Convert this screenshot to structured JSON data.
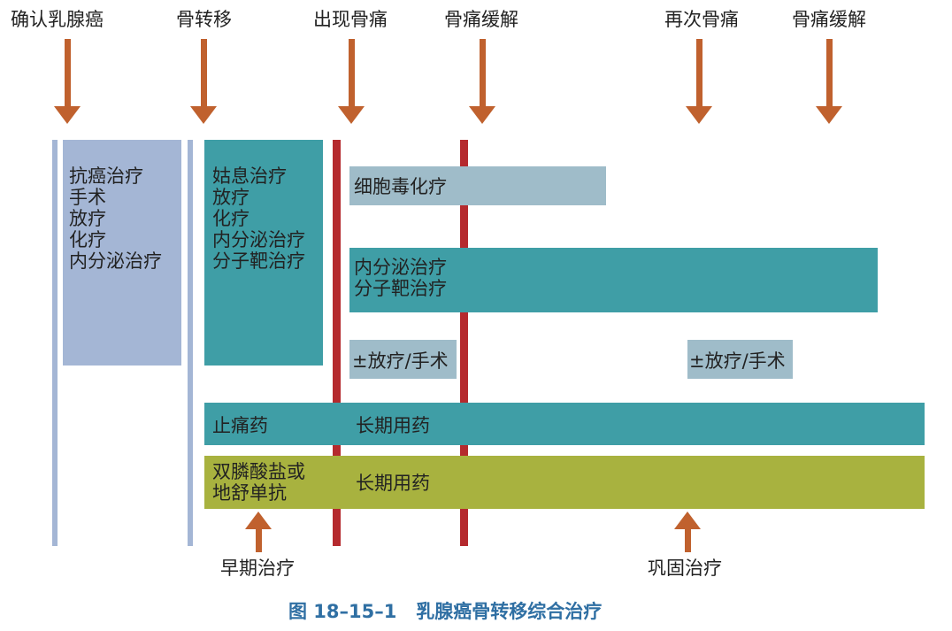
{
  "timeline": {
    "confirm": "确认乳腺癌",
    "metastasis": "骨转移",
    "pain_onset": "出现骨痛",
    "pain_relief_1": "骨痛缓解",
    "pain_recur": "再次骨痛",
    "pain_relief_2": "骨痛缓解"
  },
  "boxes": {
    "anticancer": [
      "抗癌治疗",
      "手术",
      "放疗",
      "化疗",
      "内分泌治疗"
    ],
    "palliative": [
      "姑息治疗",
      "放疗",
      "化疗",
      "内分泌治疗",
      "分子靶治疗"
    ],
    "chemo": "细胞毒化疗",
    "endocrine": [
      "内分泌治疗",
      "分子靶治疗"
    ],
    "radio_1": "±放疗/手术",
    "radio_2": "±放疗/手术",
    "analgesic": "止痛药",
    "analgesic_long": "长期用药",
    "bisphos": [
      "双膦酸盐或",
      "地舒单抗"
    ],
    "bisphos_long": "长期用药"
  },
  "phases": {
    "early": "早期治疗",
    "consolidation": "巩固治疗"
  },
  "caption": "图 18–15–1   乳腺癌骨转移综合治疗",
  "colors": {
    "light_blue": "#a4b6d5",
    "teal": "#3f9ea6",
    "light_teal": "#9fbcc9",
    "olive": "#a8b23f",
    "red": "#b52a2e",
    "arrow": "#c0612e",
    "caption": "#2f6fa3"
  }
}
